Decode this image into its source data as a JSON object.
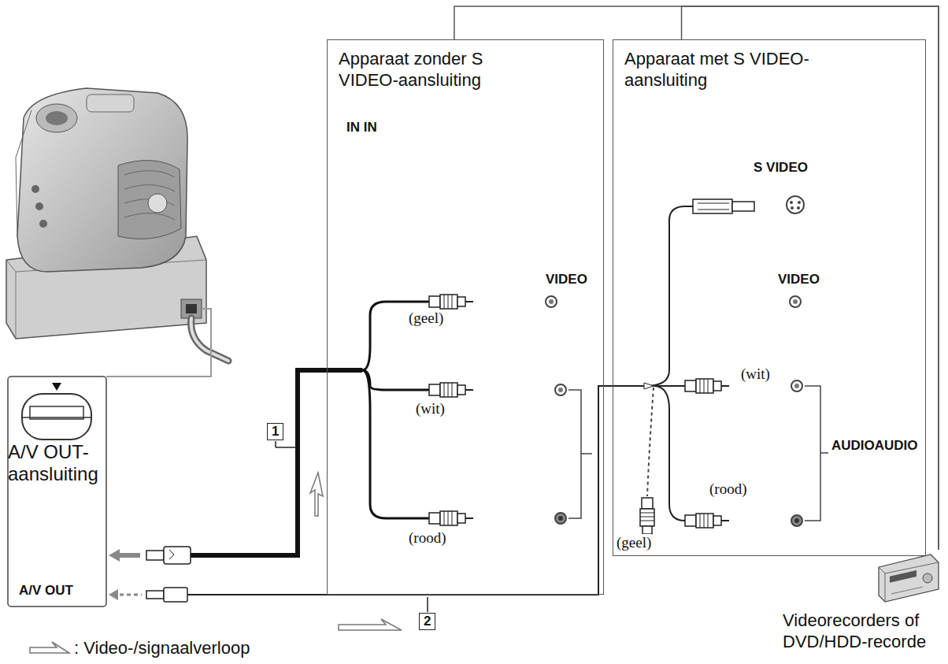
{
  "diagram": {
    "nodes": [
      {
        "text": [
          "Apparaat zonder S VIDEO-aansluiting"
        ]
      },
      {
        "text": [
          "Apparaat met S VIDEO-aansluiting"
        ]
      },
      {
        "text": [
          "Videorecorders of DVD/HDD-recorde"
        ]
      }
    ],
    "edges": [
      {
        "from": 0,
        "to": 2,
        "arrow": "none"
      },
      {
        "from": 1,
        "to": 2,
        "arrow": "none"
      }
    ],
    "labels": [
      "IN IN",
      "VIDEO",
      "(geel)",
      "(wit)",
      "(rood)",
      "S VIDEO",
      "VIDEO",
      "(wit)",
      "AUDIOAUDIO",
      "(rood)",
      "(geel)",
      "A/V OUT-aansluiting",
      "A/V OUT",
      "1",
      "2"
    ],
    "legend": [
      {
        "text": ": Video-/signaalverloop"
      }
    ]
  }
}
